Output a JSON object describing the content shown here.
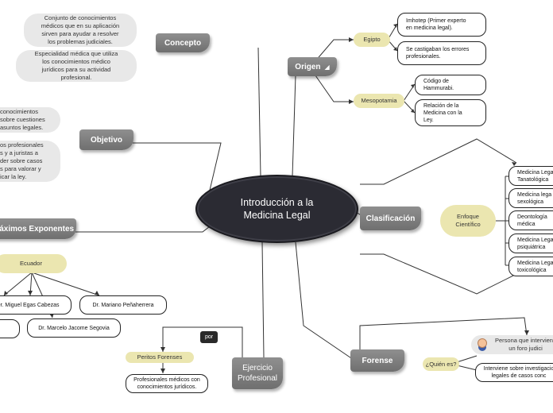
{
  "center": {
    "title_line1": "Introducción a la",
    "title_line2": "Medicina Legal"
  },
  "topics": {
    "concepto": "Concepto",
    "origen": "Origen",
    "objetivo": "Objetivo",
    "maximos": "Máximos Exponentes",
    "clasificacion": "Clasificación",
    "forense": "Forense",
    "ejercicio_line1": "Ejercicio",
    "ejercicio_line2": "Profesional"
  },
  "concepto_notes": [
    {
      "line1": "Conjunto de conocimientos",
      "line2": "médicos que en su aplicación",
      "line3": "sirven para ayudar a resolver",
      "line4": "los problemas judiciales."
    },
    {
      "line1": "Especialidad médica que utiliza",
      "line2": "los conocimientos médico",
      "line3": "jurídicos para su actividad",
      "line4": "profesional."
    }
  ],
  "objetivo_notes": [
    {
      "line1": "conocimientos",
      "line2": "sobre cuestiones",
      "line3": "asuntos legales."
    },
    {
      "line1": "os profesionales",
      "line2": "s y a juristas a",
      "line3": "der sobre casos",
      "line4": "s para valorar y",
      "line5": "icar la ley."
    }
  ],
  "origen": {
    "egipto": "Egipto",
    "egipto_items": [
      {
        "line1": "Imhotep (Primer experto",
        "line2": "en medicina legal)."
      },
      {
        "line1": "Se castigaban los errores",
        "line2": "profesionales."
      }
    ],
    "mesopotamia": "Mesopotamia",
    "meso_items": [
      {
        "line1": "Código de",
        "line2": "Hammurabi."
      },
      {
        "line1": "Relación de la",
        "line2": "Medicina con la",
        "line3": "Ley."
      }
    ]
  },
  "exponentes": {
    "ecuador": "Ecuador",
    "people": [
      "Dr. Miguel Egas Cabezas",
      "Dr. Mariano Peñaherrera",
      "Dr. Marcelo Jacome Segovia"
    ]
  },
  "clasificacion": {
    "enfoque_line1": "Enfoque",
    "enfoque_line2": "Científico",
    "items": [
      {
        "line1": "Medicina Lega",
        "line2": "Tanatológica"
      },
      {
        "line1": "Medicina lega",
        "line2": "sexológica"
      },
      {
        "line1": "Deontología",
        "line2": "médica"
      },
      {
        "line1": "Medicina Lega",
        "line2": "psiquiátrica"
      },
      {
        "line1": "Medicina Lega",
        "line2": "toxicológica"
      }
    ]
  },
  "forense": {
    "quien": "¿Quién es?",
    "persona_line1": "Persona que interviene",
    "persona_line2": "un foro judici",
    "interviene_line1": "Interviene sobre investigacio",
    "interviene_line2": "legales de casos conc"
  },
  "ejercicio": {
    "por": "por",
    "peritos": "Peritos Forenses",
    "profesionales_line1": "Profesionales médicos con",
    "profesionales_line2": "conocimientos jurídicos."
  }
}
